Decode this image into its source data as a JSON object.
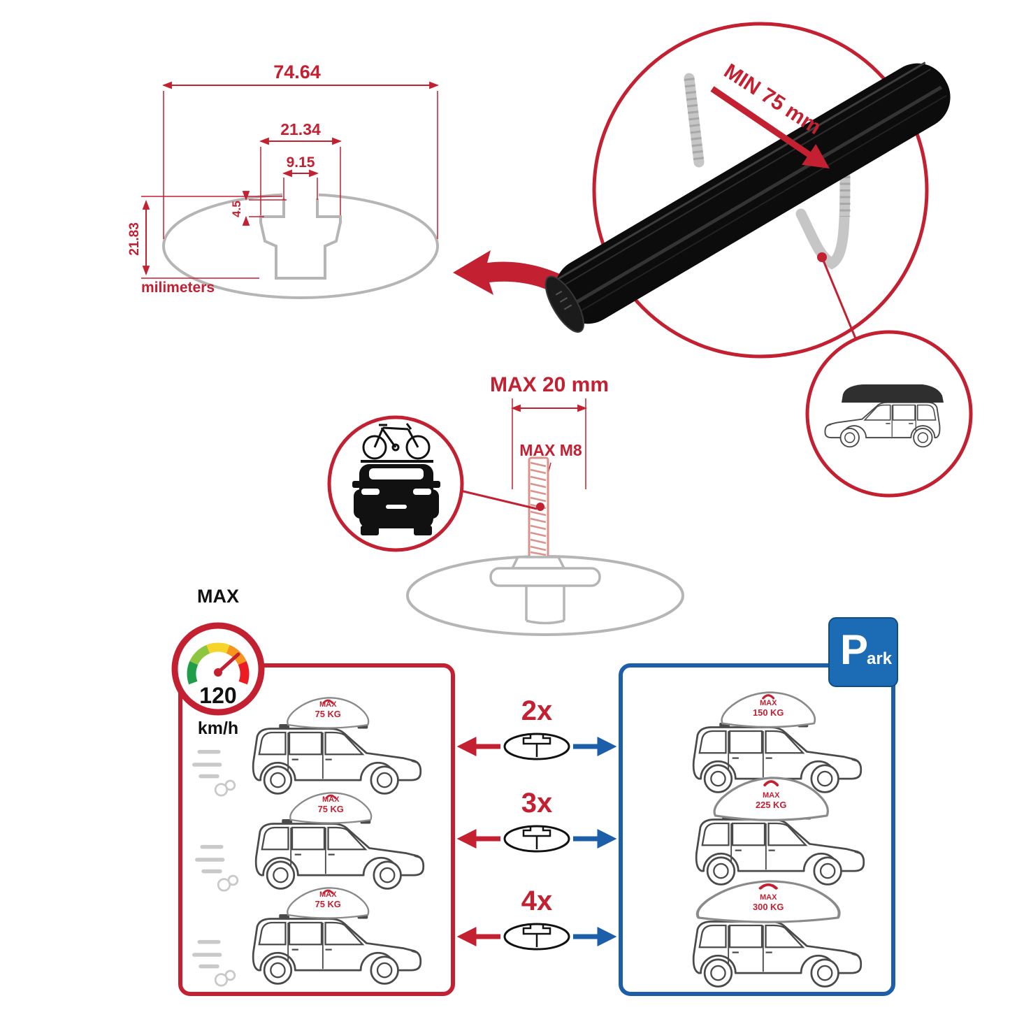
{
  "colors": {
    "red": "#c32032",
    "blue": "#1c5fa8",
    "sign_blue": "#1b6cb5",
    "gray_outline": "#b5b5b5",
    "bar_black": "#0c0c0c"
  },
  "dim_diagram": {
    "overall_width": "74.64",
    "channel_width": "21.34",
    "slot_width": "9.15",
    "lip_depth": "4.5",
    "total_height": "21.83",
    "units_label": "milimeters"
  },
  "bar_detail": {
    "min_clearance_label": "MIN 75 mm"
  },
  "bolt_detail": {
    "max_length_label": "MAX 20 mm",
    "max_thread_label": "MAX M8"
  },
  "speed_limit": {
    "label": "MAX",
    "value": "120",
    "unit": "km/h"
  },
  "parking_sign": {
    "letter": "P",
    "suffix": "ark"
  },
  "load_rows": [
    {
      "count": "2x",
      "left_line1": "MAX",
      "left_line2": "75 KG",
      "right_line1": "MAX",
      "right_line2": "150 KG"
    },
    {
      "count": "3x",
      "left_line1": "MAX",
      "left_line2": "75 KG",
      "right_line1": "MAX",
      "right_line2": "225 KG"
    },
    {
      "count": "4x",
      "left_line1": "MAX",
      "left_line2": "75 KG",
      "right_line1": "MAX",
      "right_line2": "300 KG"
    }
  ]
}
